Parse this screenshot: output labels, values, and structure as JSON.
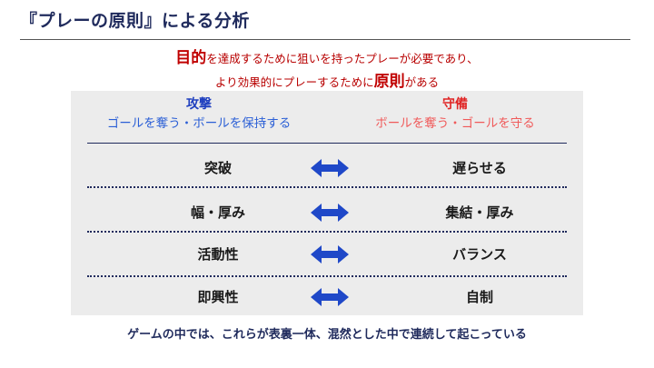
{
  "title": "『プレーの原則』による分析",
  "intro": {
    "line1_em": "目的",
    "line1_rest": "を達成するために狙いを持ったプレーが必要であり、",
    "line2_pre": "より効果的にプレーするために",
    "line2_em": "原則",
    "line2_post": "がある"
  },
  "columns": {
    "left": {
      "heading": "攻撃",
      "subheading": "ゴールを奪う・ボールを保持する"
    },
    "right": {
      "heading": "守備",
      "subheading": "ボールを奪う・ゴールを守る"
    }
  },
  "rows": [
    {
      "left": "突破",
      "right": "遅らせる"
    },
    {
      "left": "幅・厚み",
      "right": "集結・厚み"
    },
    {
      "left": "活動性",
      "right": "バランス"
    },
    {
      "left": "即興性",
      "right": "自制"
    }
  ],
  "footer": "ゲームの中では、これらが表裏一体、混然とした中で連続して起こっている",
  "colors": {
    "navy": "#1f2a5c",
    "attack": "#1f3fbf",
    "defense": "#e02424",
    "arrow": "#1f48c8",
    "accent_red": "#c00000",
    "panel_bg": "#ececec"
  },
  "icons": {
    "row_arrow": "double-headed-arrow-icon"
  }
}
